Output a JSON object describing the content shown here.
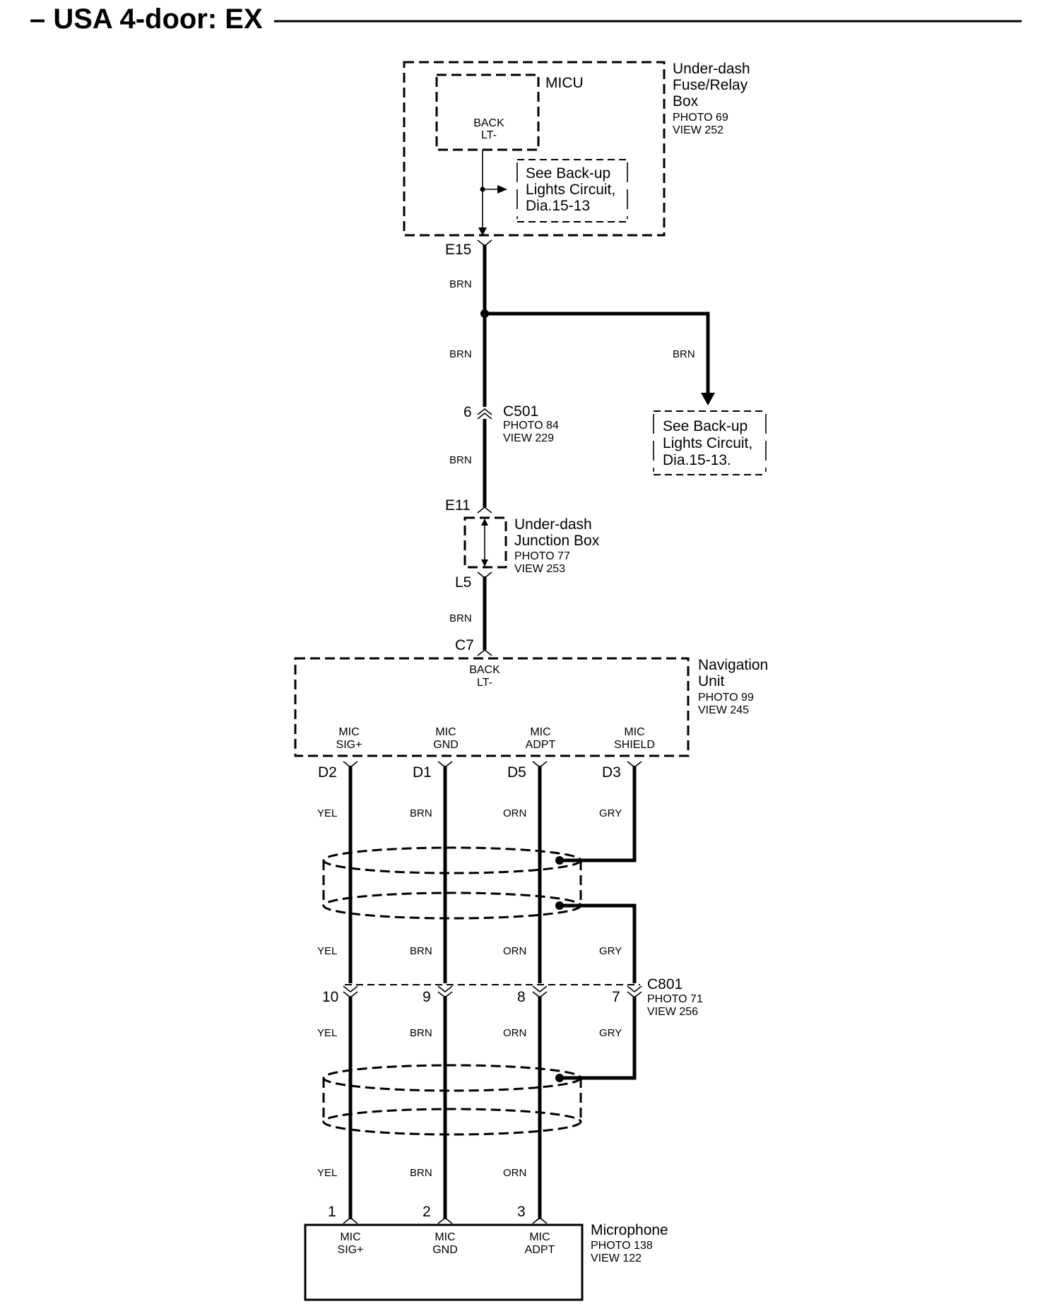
{
  "title": "– USA 4-door: EX",
  "fuse_box": {
    "name_lines": [
      "Under-dash",
      "Fuse/Relay",
      "Box"
    ],
    "photo": "PHOTO 69",
    "view": "VIEW 252",
    "micu": {
      "label": "MICU",
      "terminal_lines": [
        "BACK",
        "LT-"
      ]
    },
    "see_note_lines": [
      "See Back-up",
      "Lights Circuit,",
      "Dia.15-13"
    ],
    "connector": "E15"
  },
  "main_wire_color": "BRN",
  "branch": {
    "wire_color": "BRN",
    "see_note_lines": [
      "See Back-up",
      "Lights Circuit,",
      "Dia.15-13."
    ]
  },
  "c501": {
    "pin": "6",
    "name": "C501",
    "photo": "PHOTO 84",
    "view": "VIEW 229"
  },
  "junction_box": {
    "in_connector": "E11",
    "out_connector": "L5",
    "name_lines": [
      "Under-dash",
      "Junction Box"
    ],
    "photo": "PHOTO 77",
    "view": "VIEW 253"
  },
  "navigation_unit": {
    "in_connector": "C7",
    "terminal_lines": [
      "BACK",
      "LT-"
    ],
    "name_lines": [
      "Navigation",
      "Unit"
    ],
    "photo": "PHOTO 99",
    "view": "VIEW 245",
    "terminals": [
      {
        "lines": [
          "MIC",
          "SIG+"
        ],
        "pin": "D2",
        "color": "YEL"
      },
      {
        "lines": [
          "MIC",
          "GND"
        ],
        "pin": "D1",
        "color": "BRN"
      },
      {
        "lines": [
          "MIC",
          "ADPT"
        ],
        "pin": "D5",
        "color": "ORN"
      },
      {
        "lines": [
          "MIC",
          "SHIELD"
        ],
        "pin": "D3",
        "color": "GRY"
      }
    ]
  },
  "c801": {
    "name": "C801",
    "photo": "PHOTO 71",
    "view": "VIEW 256",
    "pins": [
      "10",
      "9",
      "8",
      "7"
    ],
    "colors_above": [
      "YEL",
      "BRN",
      "ORN",
      "GRY"
    ],
    "colors_below": [
      "YEL",
      "BRN",
      "ORN",
      "GRY"
    ]
  },
  "microphone": {
    "name": "Microphone",
    "photo": "PHOTO 138",
    "view": "VIEW 122",
    "input_colors": [
      "YEL",
      "BRN",
      "ORN"
    ],
    "terminals": [
      {
        "lines": [
          "MIC",
          "SIG+"
        ],
        "pin": "1"
      },
      {
        "lines": [
          "MIC",
          "GND"
        ],
        "pin": "2"
      },
      {
        "lines": [
          "MIC",
          "ADPT"
        ],
        "pin": "3"
      }
    ]
  }
}
